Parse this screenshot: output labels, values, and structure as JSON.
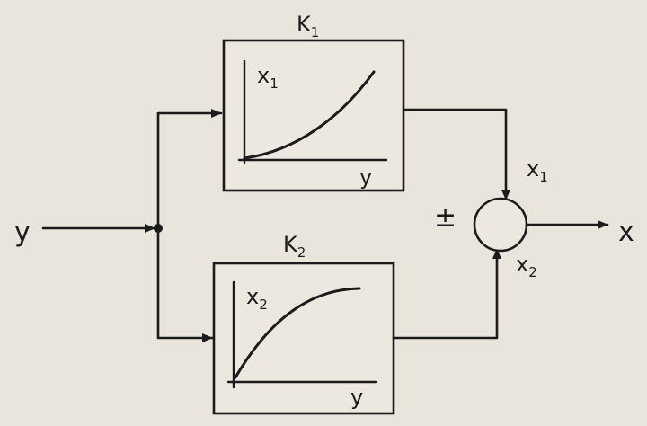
{
  "input_label": "y",
  "output_label": "x",
  "sign_label": "±",
  "block_top": {
    "gain_main": "K",
    "gain_sub": "1",
    "curve_y_main": "x",
    "curve_y_sub": "1",
    "curve_x_label": "y"
  },
  "block_bottom": {
    "gain_main": "K",
    "gain_sub": "2",
    "curve_y_main": "x",
    "curve_y_sub": "2",
    "curve_x_label": "y"
  },
  "signal_top": {
    "main": "x",
    "sub": "1"
  },
  "signal_bottom": {
    "main": "x",
    "sub": "2"
  }
}
